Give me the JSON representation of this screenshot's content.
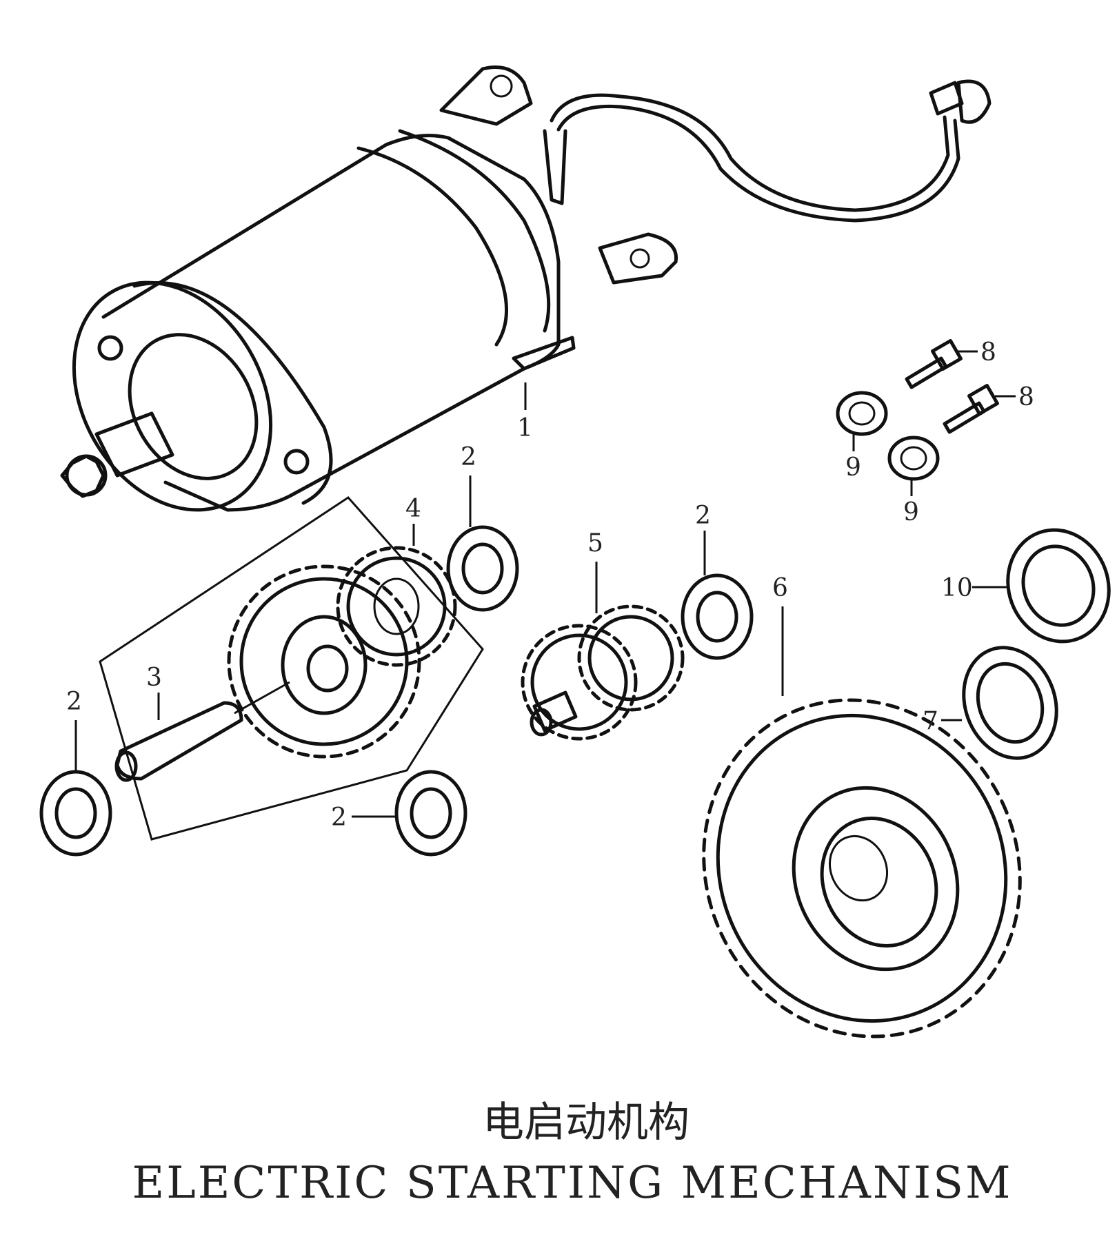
{
  "title_cn": "电启动机构",
  "title_en": "ELECTRIC STARTING MECHANISM",
  "callouts": {
    "c1": "1",
    "c2a": "2",
    "c2b": "2",
    "c2c": "2",
    "c2d": "2",
    "c3": "3",
    "c4": "4",
    "c5": "5",
    "c6": "6",
    "c7": "7",
    "c8a": "8",
    "c8b": "8",
    "c9a": "9",
    "c9b": "9",
    "c10": "10"
  }
}
